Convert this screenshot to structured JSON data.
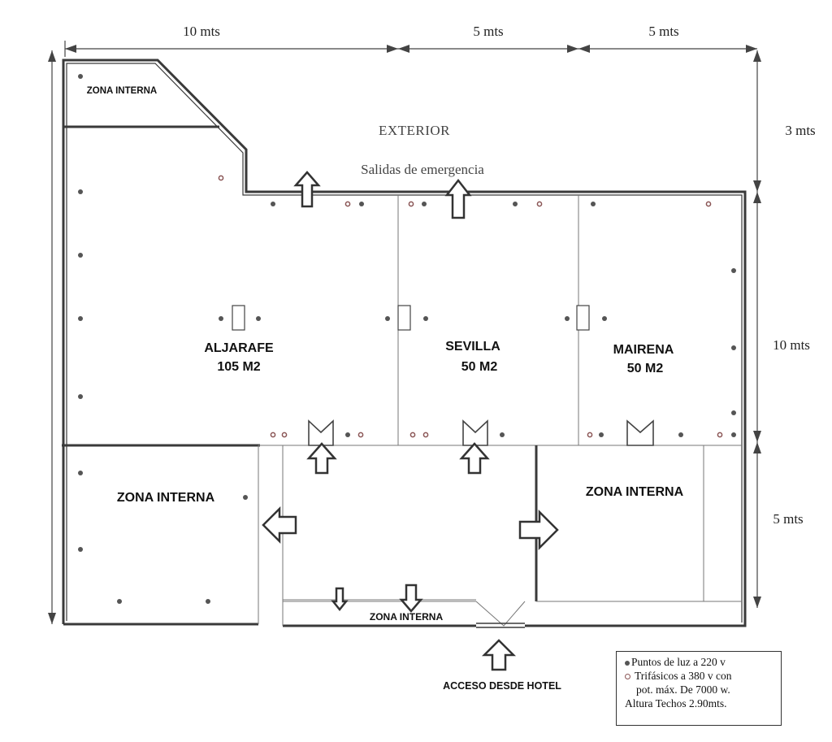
{
  "dimensions": {
    "top_left": "10 mts",
    "top_middle": "5 mts",
    "top_right": "5 mts",
    "right_top": "3 mts",
    "right_middle": "10 mts",
    "right_bottom": "5 mts"
  },
  "labels": {
    "exterior": "EXTERIOR",
    "emergency_exits": "Salidas de emergencia",
    "access": "ACCESO DESDE HOTEL"
  },
  "rooms": [
    {
      "name": "ALJARAFE",
      "area": "105 M2"
    },
    {
      "name": "SEVILLA",
      "area": "50 M2"
    },
    {
      "name": "MAIRENA",
      "area": "50 M2"
    }
  ],
  "zones": {
    "top_left": "ZONA INTERNA",
    "bottom_left": "ZONA INTERNA",
    "bottom_right": "ZONA INTERNA",
    "bottom_center": "ZONA INTERNA"
  },
  "legend": {
    "line1": "Puntos de luz a 220 v",
    "line2": "Trifásicos a 380 v con",
    "line3": "pot. máx. De 7000 w.",
    "line4": "Altura Techos 2.90mts.",
    "light_point_color": "#555555",
    "three_phase_color": "#8a5555"
  }
}
